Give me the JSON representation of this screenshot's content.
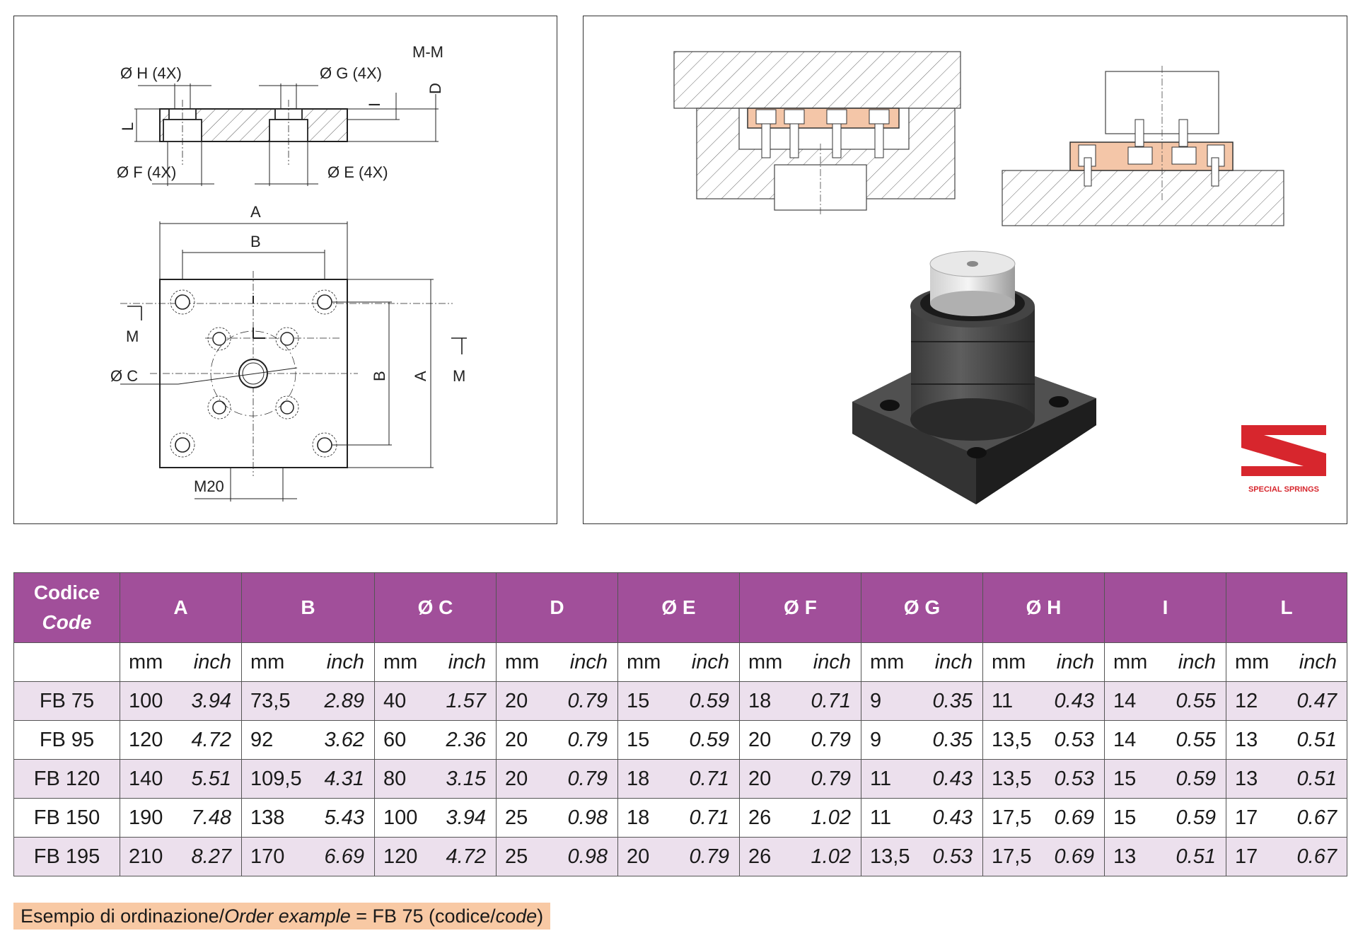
{
  "drawing": {
    "section_label": "M-M",
    "labels": {
      "h": "Ø H (4X)",
      "g": "Ø G (4X)",
      "f": "Ø F (4X)",
      "e": "Ø E (4X)",
      "i": "I",
      "d": "D",
      "l": "L",
      "a_top": "A",
      "b_top": "B",
      "b_side": "B",
      "a_side": "A",
      "m_left": "M",
      "m_right": "M",
      "c": "Ø C",
      "m20": "M20"
    }
  },
  "logo": {
    "text": "SPECIAL SPRINGS",
    "color": "#d7262d"
  },
  "colors": {
    "header": "#a14f9a",
    "row_alt": "#ece0ed",
    "highlight": "#f8c9a4",
    "section_fill": "#f4c6a8"
  },
  "table": {
    "code_header": {
      "it": "Codice",
      "en": "Code"
    },
    "columns": [
      "A",
      "B",
      "Ø C",
      "D",
      "Ø E",
      "Ø F",
      "Ø G",
      "Ø H",
      "I",
      "L"
    ],
    "units": {
      "mm": "mm",
      "inch": "inch"
    },
    "rows": [
      {
        "code": "FB 75",
        "values": [
          [
            "100",
            "3.94"
          ],
          [
            "73,5",
            "2.89"
          ],
          [
            "40",
            "1.57"
          ],
          [
            "20",
            "0.79"
          ],
          [
            "15",
            "0.59"
          ],
          [
            "18",
            "0.71"
          ],
          [
            "9",
            "0.35"
          ],
          [
            "11",
            "0.43"
          ],
          [
            "14",
            "0.55"
          ],
          [
            "12",
            "0.47"
          ]
        ]
      },
      {
        "code": "FB 95",
        "values": [
          [
            "120",
            "4.72"
          ],
          [
            "92",
            "3.62"
          ],
          [
            "60",
            "2.36"
          ],
          [
            "20",
            "0.79"
          ],
          [
            "15",
            "0.59"
          ],
          [
            "20",
            "0.79"
          ],
          [
            "9",
            "0.35"
          ],
          [
            "13,5",
            "0.53"
          ],
          [
            "14",
            "0.55"
          ],
          [
            "13",
            "0.51"
          ]
        ]
      },
      {
        "code": "FB 120",
        "values": [
          [
            "140",
            "5.51"
          ],
          [
            "109,5",
            "4.31"
          ],
          [
            "80",
            "3.15"
          ],
          [
            "20",
            "0.79"
          ],
          [
            "18",
            "0.71"
          ],
          [
            "20",
            "0.79"
          ],
          [
            "11",
            "0.43"
          ],
          [
            "13,5",
            "0.53"
          ],
          [
            "15",
            "0.59"
          ],
          [
            "13",
            "0.51"
          ]
        ]
      },
      {
        "code": "FB 150",
        "values": [
          [
            "190",
            "7.48"
          ],
          [
            "138",
            "5.43"
          ],
          [
            "100",
            "3.94"
          ],
          [
            "25",
            "0.98"
          ],
          [
            "18",
            "0.71"
          ],
          [
            "26",
            "1.02"
          ],
          [
            "11",
            "0.43"
          ],
          [
            "17,5",
            "0.69"
          ],
          [
            "15",
            "0.59"
          ],
          [
            "17",
            "0.67"
          ]
        ]
      },
      {
        "code": "FB 195",
        "values": [
          [
            "210",
            "8.27"
          ],
          [
            "170",
            "6.69"
          ],
          [
            "120",
            "4.72"
          ],
          [
            "25",
            "0.98"
          ],
          [
            "20",
            "0.79"
          ],
          [
            "26",
            "1.02"
          ],
          [
            "13,5",
            "0.53"
          ],
          [
            "17,5",
            "0.69"
          ],
          [
            "13",
            "0.51"
          ],
          [
            "17",
            "0.67"
          ]
        ]
      }
    ]
  },
  "order_example": {
    "prefix": "Esempio di ordinazione/",
    "italic": "Order example",
    "middle": " = FB 75 (codice/",
    "code_italic": "code",
    "suffix": ")"
  }
}
